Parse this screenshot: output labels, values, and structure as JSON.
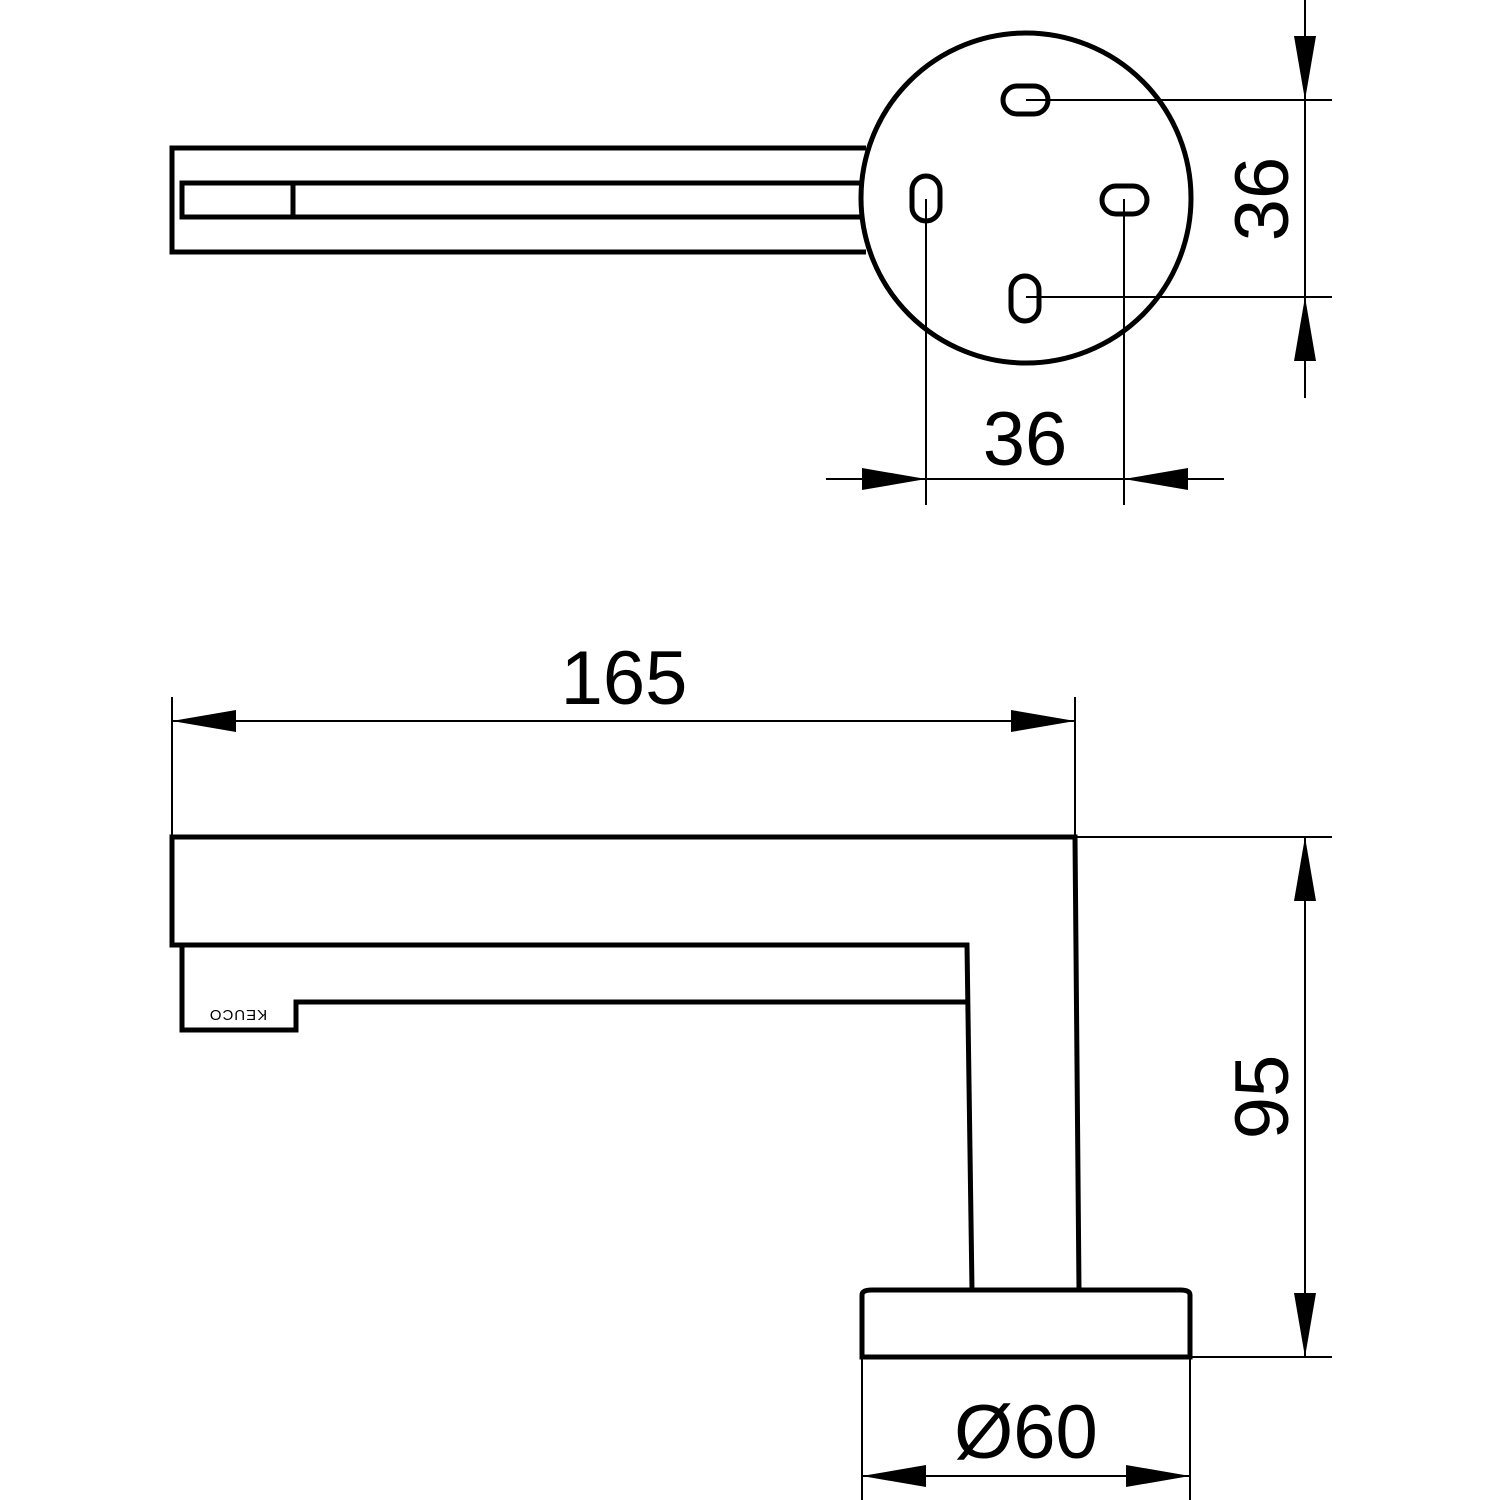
{
  "dimensions": {
    "top_vertical_spacing": "36",
    "top_horizontal_spacing": "36",
    "overall_length": "165",
    "overall_height": "95",
    "base_diameter": "Ø60"
  },
  "brand": {
    "mark": "KEUCO"
  },
  "colors": {
    "line": "#000000",
    "background": "#ffffff"
  }
}
